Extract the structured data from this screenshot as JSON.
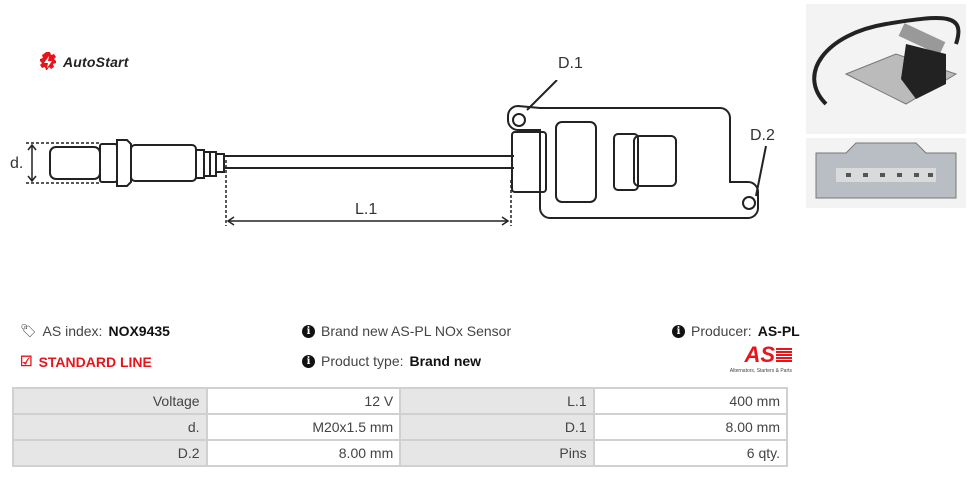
{
  "brand": {
    "name": "AutoStart",
    "accent": "#e8141b"
  },
  "diagram": {
    "labels": {
      "d": "d.",
      "l1": "L.1",
      "d1": "D.1",
      "d2": "D.2"
    }
  },
  "info": {
    "as_index_label": "AS index:",
    "as_index_value": "NOX9435",
    "line": "STANDARD LINE",
    "description": "Brand new AS-PL NOx Sensor",
    "product_type_label": "Product type:",
    "product_type_value": "Brand new",
    "producer_label": "Producer:",
    "producer_value": "AS-PL",
    "producer_logo_text": "AS",
    "producer_logo_tagline": "Alternators, Starters & Parts"
  },
  "specs": [
    {
      "l1": "Voltage",
      "v1": "12 V",
      "l2": "L.1",
      "v2": "400 mm"
    },
    {
      "l1": "d.",
      "v1": "M20x1.5 mm",
      "l2": "D.1",
      "v2": "8.00 mm"
    },
    {
      "l1": "D.2",
      "v1": "8.00 mm",
      "l2": "Pins",
      "v2": "6 qty."
    }
  ]
}
